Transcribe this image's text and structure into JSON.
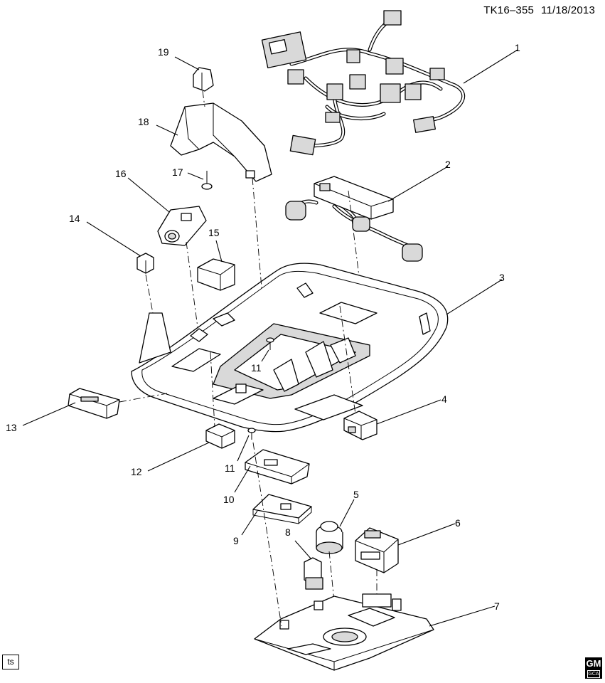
{
  "header": {
    "code": "TK16–355",
    "date": "11/18/2013"
  },
  "footer": {
    "badge": "ts",
    "logo_main": "GM",
    "logo_sub": "GCA"
  },
  "callouts": {
    "c1": "1",
    "c2": "2",
    "c3": "3",
    "c4": "4",
    "c5": "5",
    "c6": "6",
    "c7": "7",
    "c8": "8",
    "c9": "9",
    "c10": "10",
    "c11a": "11",
    "c11b": "11",
    "c12": "12",
    "c13": "13",
    "c14": "14",
    "c15": "15",
    "c16": "16",
    "c17": "17",
    "c18": "18",
    "c19": "19"
  },
  "parts": [
    "wiring-harness",
    "module-harness",
    "headliner-panel",
    "lamp-4",
    "switch-5",
    "module-6",
    "console-7",
    "lamp-8",
    "bracket-9",
    "bracket-10",
    "screw-11",
    "lamp-12",
    "lamp-13",
    "clip-14",
    "bracket-15",
    "lamp-16",
    "screw-17",
    "bracket-18",
    "clip-19"
  ]
}
